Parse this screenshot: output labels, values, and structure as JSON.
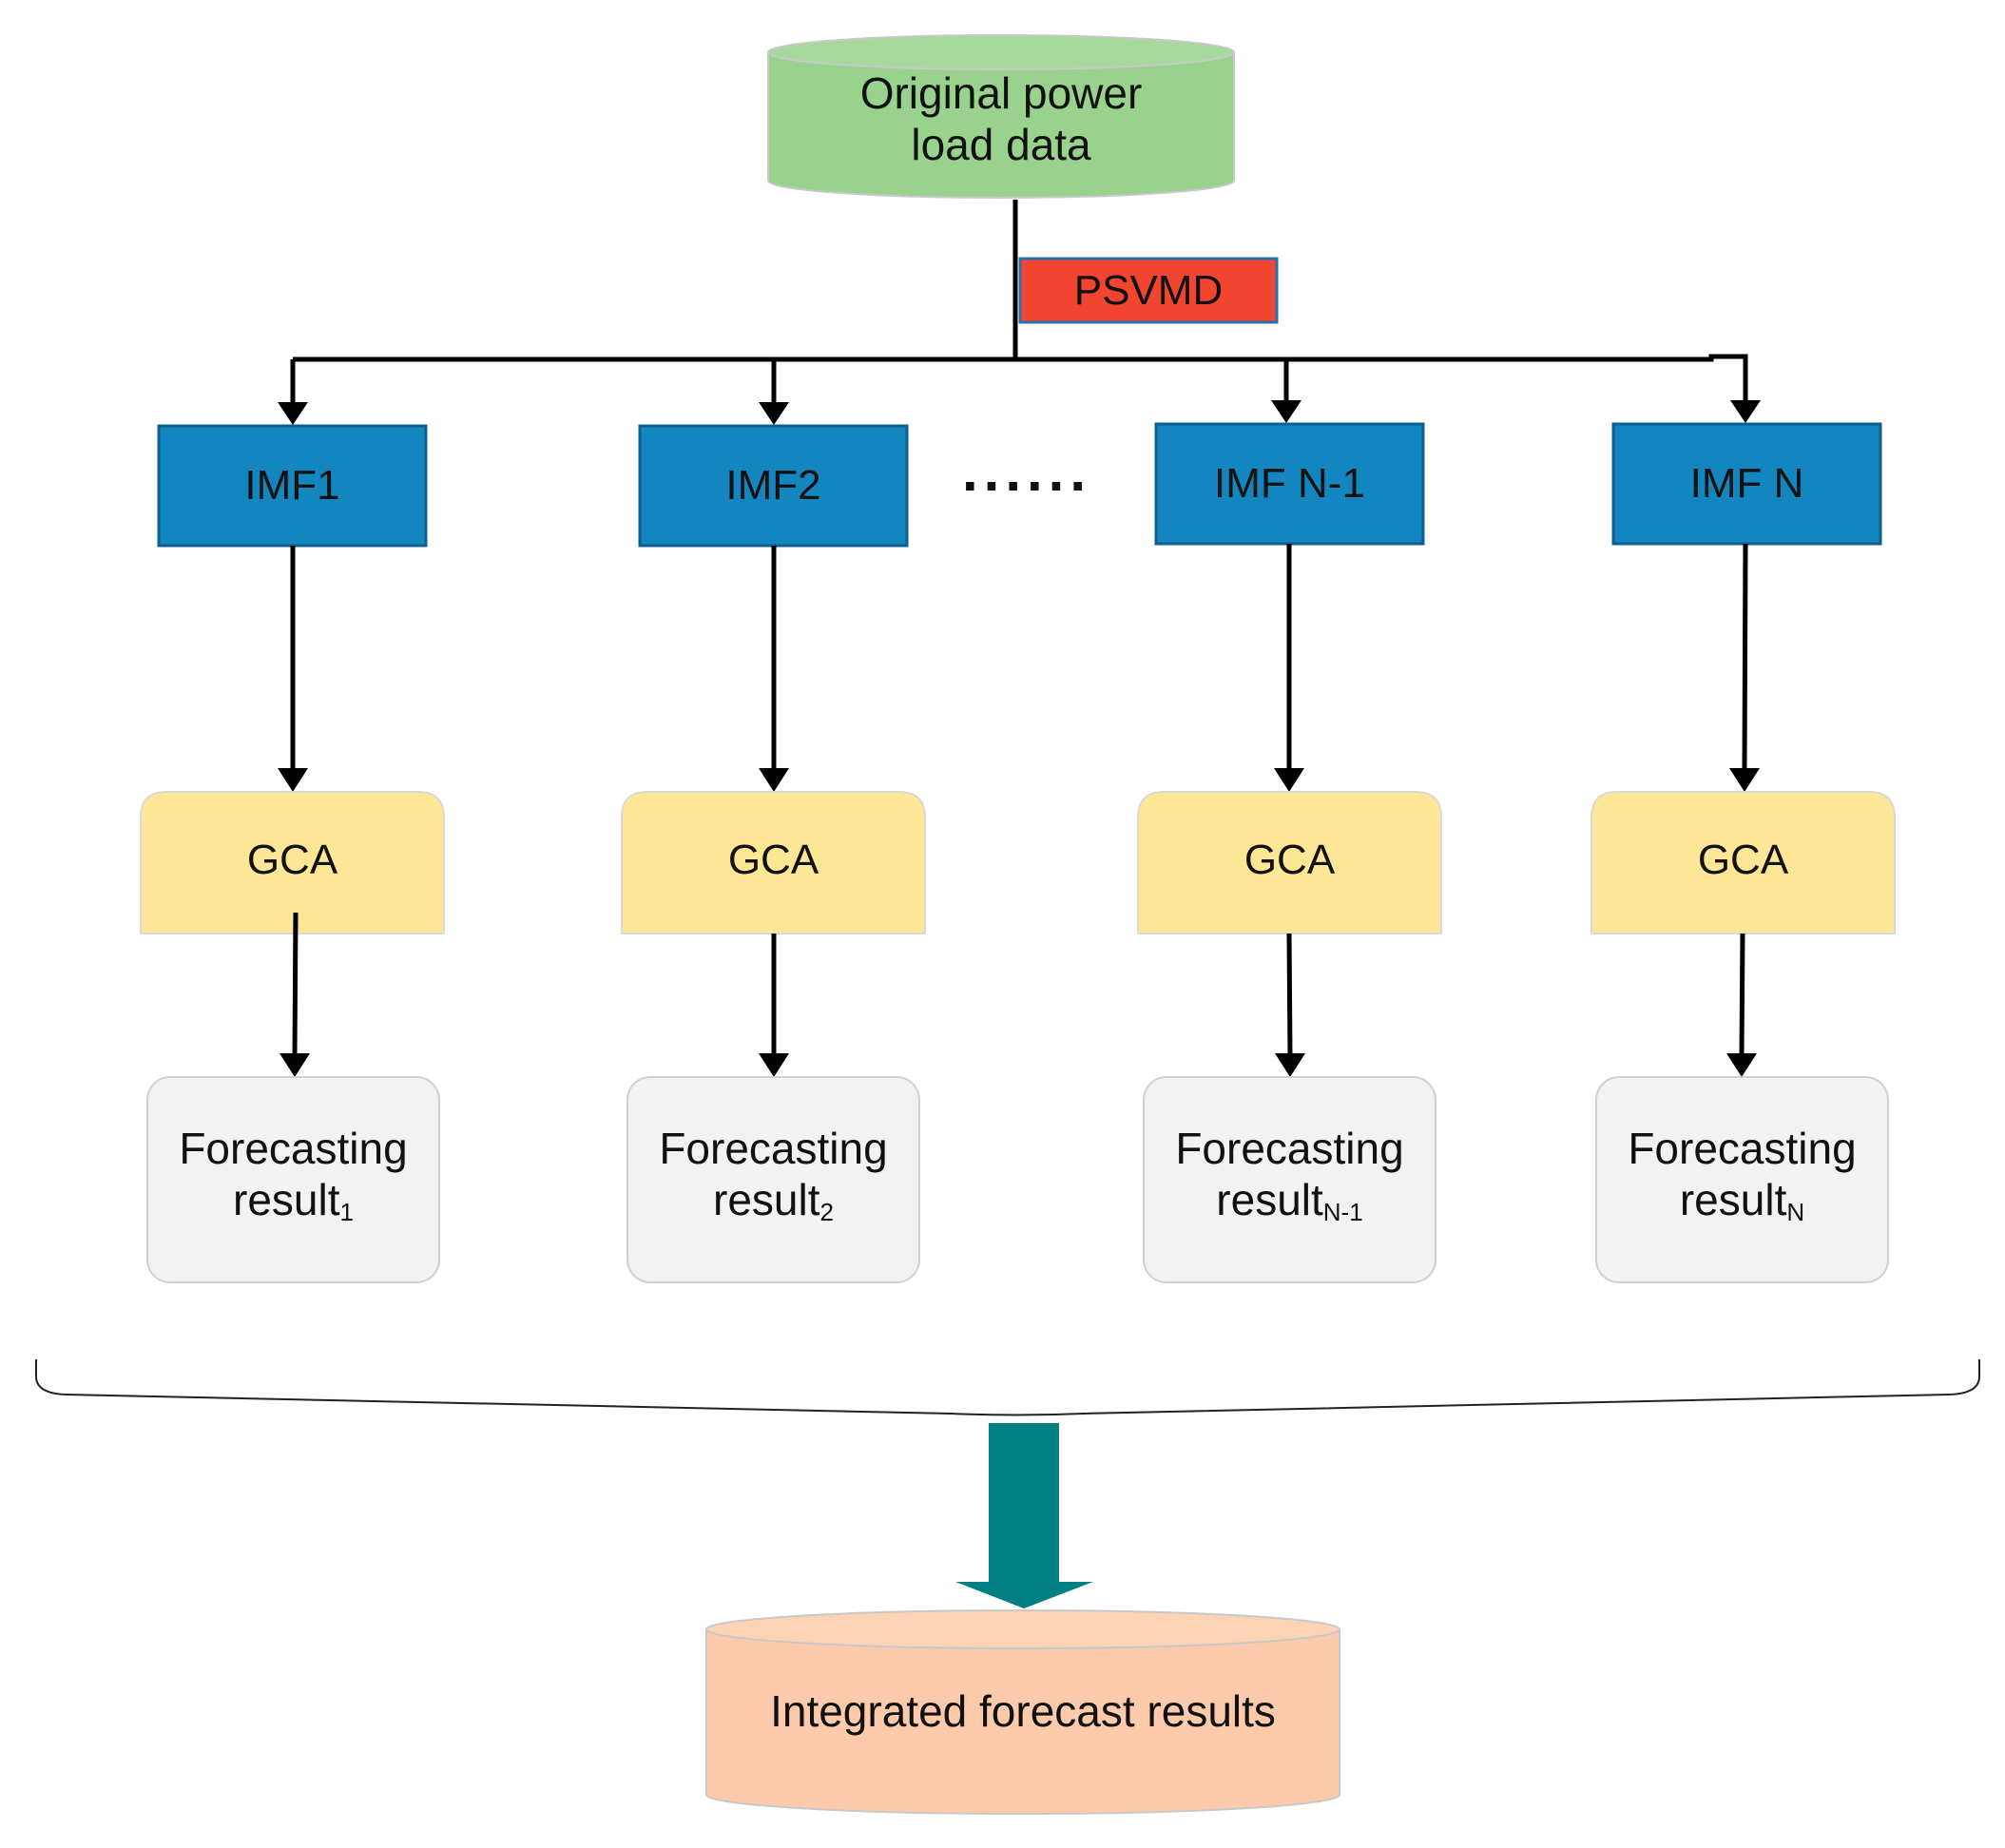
{
  "source": {
    "line1": "Original power",
    "line2": "load data",
    "fill": "#98d28c"
  },
  "method": {
    "label": "PSVMD",
    "fill": "#f2452f"
  },
  "imf": {
    "fill": "#1386bf",
    "labels": [
      "IMF1",
      "IMF2",
      "IMF N-1",
      "IMF N"
    ]
  },
  "gap_marker": "......",
  "gca": {
    "fill": "#fde695",
    "labels": [
      "GCA",
      "GCA",
      "GCA",
      "GCA"
    ]
  },
  "results": {
    "fill": "#f2f2f2",
    "word": "Forecasting",
    "base": "result",
    "subs": [
      "1",
      "2",
      "N-1",
      "N"
    ]
  },
  "final": {
    "label": "Integrated forecast results",
    "fill": "#fdcbab"
  },
  "big_arrow_color": "#008080"
}
